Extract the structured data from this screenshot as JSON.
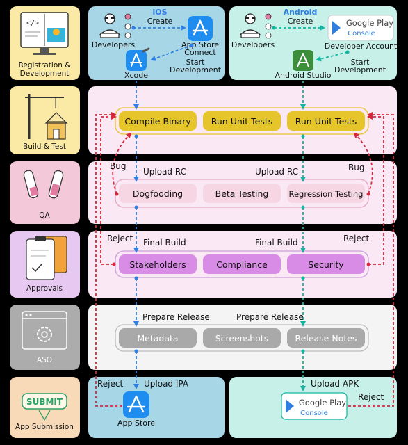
{
  "stages": {
    "registration": "Registration &\nDevelopment",
    "build_test": "Build & Test",
    "qa": "QA",
    "approvals": "Approvals",
    "aso": "ASO",
    "submission": "App Submission"
  },
  "ios": {
    "title": "iOS",
    "create": "Create",
    "developers": "Developers",
    "app_store_connect": "App Store\nConnect",
    "start_development": "Start\nDevelopment",
    "xcode": "Xcode",
    "upload_ipa": "Upload IPA",
    "app_store": "App Store",
    "reject": "Reject"
  },
  "android": {
    "title": "Android",
    "create": "Create",
    "developers": "Developers",
    "google_play_console_1": "Google Play",
    "google_play_console_2": "Console",
    "developer_account": "Developer Account",
    "start_development": "Start\nDevelopment",
    "android_studio": "Android Studio",
    "upload_apk": "Upload APK",
    "reject": "Reject"
  },
  "build": {
    "compile_binary": "Compile Binary",
    "run_unit_tests_1": "Run Unit Tests",
    "run_unit_tests_2": "Run Unit Tests"
  },
  "qa": {
    "bug_left": "Bug",
    "bug_right": "Bug",
    "upload_rc_left": "Upload RC",
    "upload_rc_right": "Upload RC",
    "dogfooding": "Dogfooding",
    "beta_testing": "Beta Testing",
    "regression_testing": "Regression Testing"
  },
  "approvals": {
    "reject_left": "Reject",
    "reject_right": "Reject",
    "final_build_left": "Final Build",
    "final_build_right": "Final Build",
    "stakeholders": "Stakeholders",
    "compliance": "Compliance",
    "security": "Security"
  },
  "aso": {
    "prepare_release_left": "Prepare Release",
    "prepare_release_right": "Prepare Release",
    "metadata": "Metadata",
    "screenshots": "Screenshots",
    "release_notes": "Release Notes"
  },
  "submit_badge": "SUBMIT",
  "colors": {
    "ios_panel": "#a7d6e6",
    "android_panel": "#c6f0e8",
    "build_panel": "#fbe8f5",
    "build_btn": "#e6c52c",
    "qa_btn": "#f7d6e4",
    "approval_btn": "#d98ce6",
    "aso_btn": "#a9a9a9",
    "ios_arrow": "#2f7fe0",
    "android_arrow": "#14b3a0",
    "reject_arrow": "#d6283c"
  }
}
